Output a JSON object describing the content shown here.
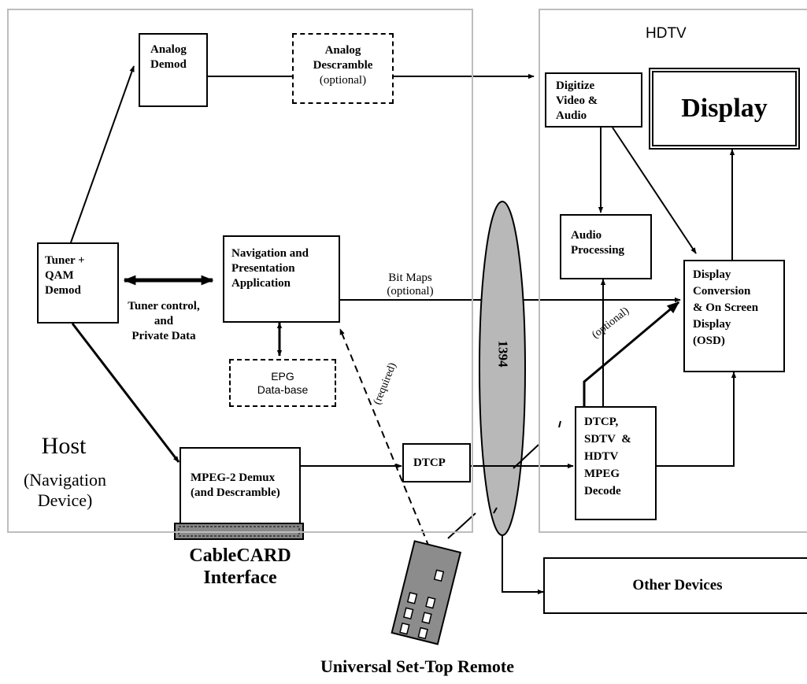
{
  "regions": {
    "host": {
      "title": "Host",
      "subtitle_1": "(Navigation",
      "subtitle_2": "Device)"
    },
    "hdtv": {
      "title": "HDTV"
    }
  },
  "boxes": {
    "analog_demod": [
      "Analog",
      "Demod"
    ],
    "analog_descramble": [
      "Analog",
      "Descramble",
      "(optional)"
    ],
    "tuner": [
      "Tuner +",
      "QAM",
      "Demod"
    ],
    "navigation": [
      "Navigation and",
      "Presentation",
      "Application"
    ],
    "epg": [
      "EPG",
      "Data-base"
    ],
    "mpeg_demux": [
      "MPEG-2 Demux",
      "(and Descramble)"
    ],
    "dtcp_host": "DTCP",
    "digitize": [
      "Digitize",
      "Video &",
      "Audio"
    ],
    "display": "Display",
    "audio_processing": [
      "Audio",
      "Processing"
    ],
    "display_conversion": [
      "Display",
      "Conversion",
      "& On Screen",
      "Display",
      "(OSD)"
    ],
    "dtcp_decode": [
      "DTCP,",
      "SDTV  &",
      "HDTV",
      "MPEG",
      "Decode"
    ],
    "other_devices": "Other Devices"
  },
  "labels": {
    "tuner_control": [
      "Tuner control,",
      "and",
      "Private Data"
    ],
    "bit_maps": [
      "Bit Maps",
      "(optional)"
    ],
    "bus_1394": "1394",
    "optional": "(optional)",
    "required": "(required)",
    "cablecard": [
      "CableCARD",
      "Interface"
    ],
    "remote": "Universal Set-Top Remote"
  },
  "colors": {
    "region_border": "#bdbdbd",
    "ellipse_fill": "#b8b8b8",
    "remote_fill": "#8c8c8c",
    "cablecard_fill": "#888888"
  }
}
